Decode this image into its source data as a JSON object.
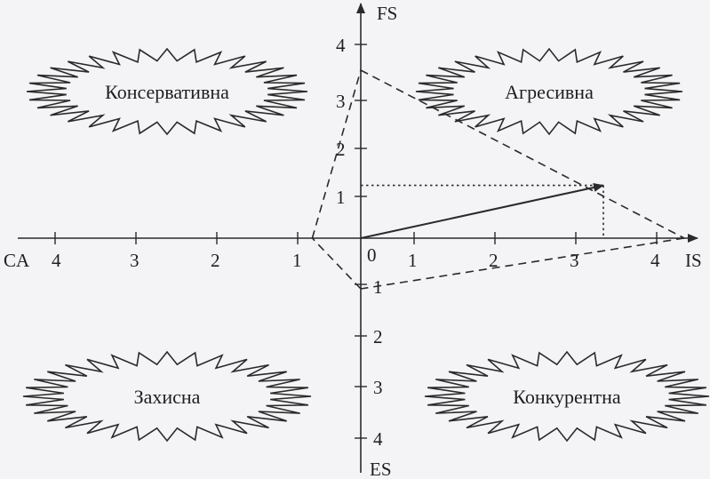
{
  "axes": {
    "ca": "CA",
    "is": "IS",
    "fs": "FS",
    "es": "ES"
  },
  "ticks": {
    "left": [
      "4",
      "3",
      "2",
      "1"
    ],
    "right": [
      "0",
      "1",
      "2",
      "3",
      "4"
    ],
    "up": [
      "1",
      "2",
      "3",
      "4"
    ],
    "down": [
      "1",
      "2",
      "3",
      "4"
    ]
  },
  "zones": {
    "conservative": "Консервативна",
    "aggressive": "Агресивна",
    "defensive": "Захисна",
    "competitive": "Конкурентна"
  },
  "chart_data": {
    "type": "diagram",
    "polygon": {
      "fs": 3.5,
      "is": 4,
      "es": 1,
      "ca": 1
    },
    "vector": {
      "x": 3,
      "y": 1.1
    }
  }
}
